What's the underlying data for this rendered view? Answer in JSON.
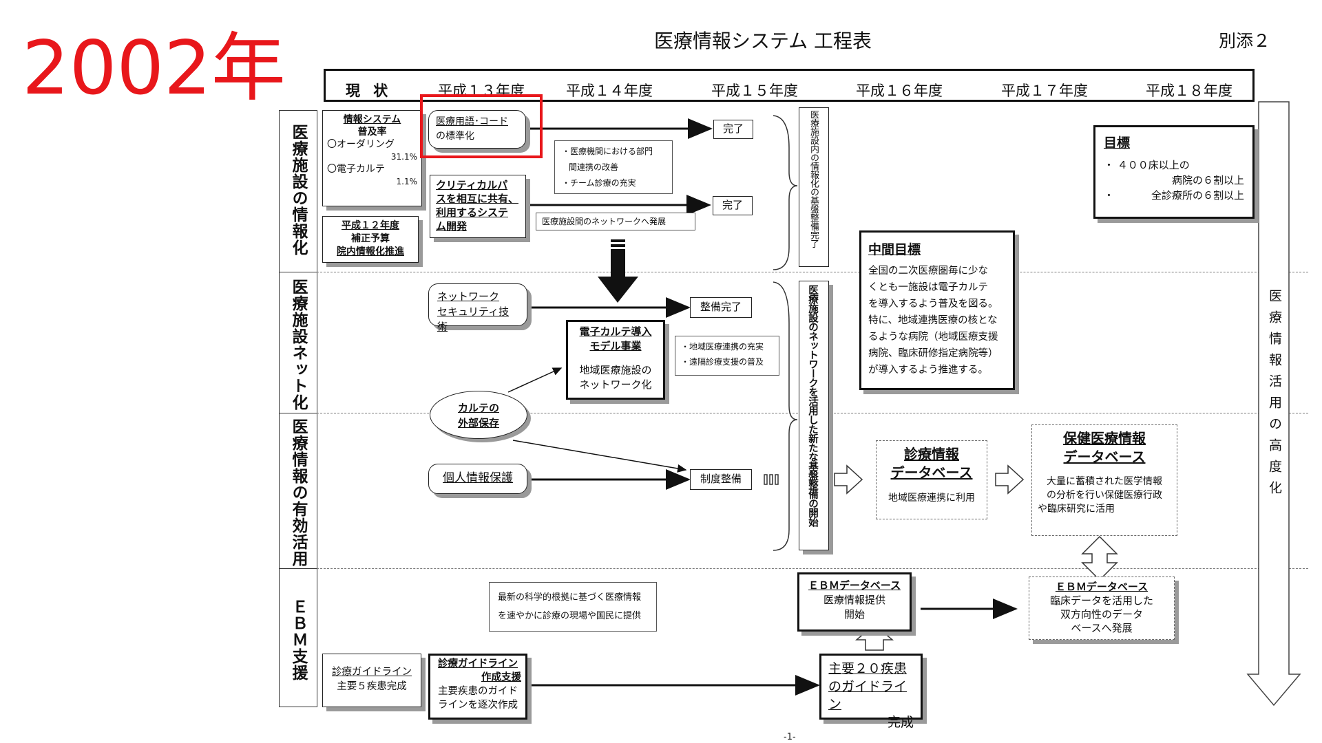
{
  "year_stamp": "2002年",
  "title": "医療情報システム 工程表",
  "attachment": "別添２",
  "page_number": "-1-",
  "timeline": {
    "current_label": "現 状",
    "years": [
      "平成１３年度",
      "平成１４年度",
      "平成１５年度",
      "平成１６年度",
      "平成１７年度",
      "平成１８年度"
    ]
  },
  "rows": [
    {
      "label": "医療施設の情報化"
    },
    {
      "label": "医療施設ネット化"
    },
    {
      "label": "医療情報の有効活用"
    },
    {
      "label": "ＥＢＭ支援"
    }
  ],
  "status": {
    "title": "情報システム",
    "subtitle": "普及率",
    "ordering_label": "〇オーダリング",
    "ordering_value": "31.1%",
    "ekarte_label": "〇電子カルテ",
    "ekarte_value": "1.1%"
  },
  "budget": {
    "line1": "平成１２年度",
    "line2": "補正予算",
    "line3": "院内情報化推進"
  },
  "std_code": {
    "line1": "医療用語･コード",
    "line2": "の標準化"
  },
  "clinical_path": {
    "line1": "クリティカルパ",
    "line2": "スを相互に共有、",
    "line3": "利用するシステ",
    "line4": "ム開発"
  },
  "note_dept": {
    "line1": "・医療機関における部門",
    "line2": "間連携の改善",
    "line3": "・チーム診療の充実"
  },
  "note_network": "医療施設間のネットワークへ発展",
  "done1": "完了",
  "done2": "完了",
  "vbox_infra": "医療施設内の情報化の基盤整備完了",
  "vbox_network": "医療施設のネットワークを活用した新たな基盤整備の開始",
  "goal": {
    "title": "目標",
    "line1": "・ ４００床以上の",
    "line2": "病院の６割以上",
    "line3": "・",
    "line4": "全診療所の６割以上"
  },
  "mid_goal": {
    "title": "中間目標",
    "lines": [
      "全国の二次医療圏毎に少な",
      "くとも一施設は電子カルテ",
      "を導入するよう普及を図る。",
      "特に、地域連携医療の核とな",
      "るような病院（地域医療支援",
      "病院、臨床研修指定病院等）",
      "が導入するよう推進する。"
    ]
  },
  "security": {
    "line1": "ネットワーク",
    "line2": "セキュリティ技術"
  },
  "security_done": "整備完了",
  "model": {
    "line1": "電子カルテ導入",
    "line2": "モデル事業",
    "line3": "地域医療施設の",
    "line4": "ネットワーク化"
  },
  "note_region": {
    "line1": "・地域医療連携の充実",
    "line2": "・遠隔診療支援の普及"
  },
  "external_storage": {
    "line1": "カルテの",
    "line2": "外部保存"
  },
  "privacy": "個人情報保護",
  "system_setup": "制度整備",
  "db_diag": {
    "line1": "診療情報",
    "line2": "データベース",
    "line3": "地域医療連携に利用"
  },
  "db_health": {
    "line1": "保健医療情報",
    "line2": "データベース",
    "line3": "大量に蓄積された医学情報",
    "line4": "の分析を行い保健医療行政",
    "line5": "や臨床研究に活用"
  },
  "ebm_note": {
    "line1": "最新の科学的根拠に基づく医療情報",
    "line2": "を速やかに診療の現場や国民に提供"
  },
  "ebm_db1": {
    "line1": "ＥＢＭデータベース",
    "line2": "医療情報提供",
    "line3": "開始"
  },
  "ebm_db2": {
    "line1": "ＥＢＭデータベース",
    "line2": "臨床データを活用した",
    "line3": "双方向性のデータ",
    "line4": "ベースへ発展"
  },
  "guideline_now": {
    "line1": "診療ガイドライン",
    "line2": "主要５疾患完成"
  },
  "guideline_support": {
    "line1": "診療ガイドライン",
    "line2": "作成支援",
    "line3": "主要疾患のガイド",
    "line4": "ラインを逐次作成"
  },
  "guideline_20": {
    "line1": "主要２０疾患",
    "line2": "のガイドライン",
    "line3": "完成"
  },
  "side_arrow_label": "医療情報活用の高度化",
  "colors": {
    "highlight": "#e8171b",
    "ink": "#111111",
    "shadow": "#9a9a9a"
  }
}
